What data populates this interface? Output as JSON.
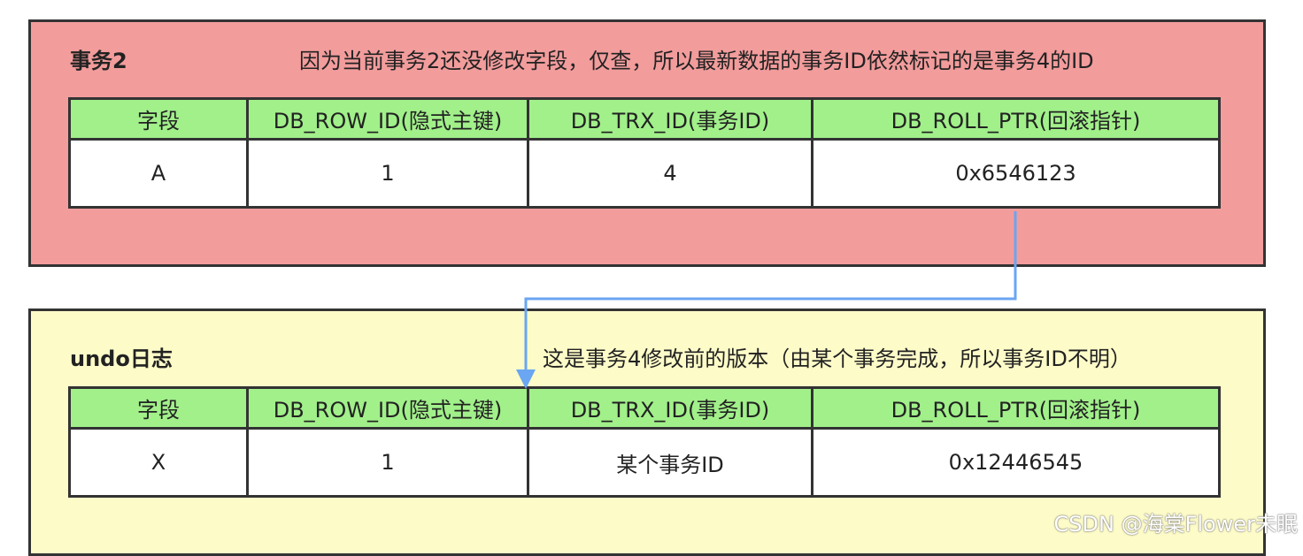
{
  "top": {
    "title": "事务2",
    "note": "因为当前事务2还没修改字段，仅查，所以最新数据的事务ID依然标记的是事务4的ID",
    "headers": [
      "字段",
      "DB_ROW_ID(隐式主键)",
      "DB_TRX_ID(事务ID)",
      "DB_ROLL_PTR(回滚指针)"
    ],
    "row": [
      "A",
      "1",
      "4",
      "0x6546123"
    ]
  },
  "bottom": {
    "title": "undo日志",
    "note": "这是事务4修改前的版本（由某个事务完成，所以事务ID不明）",
    "headers": [
      "字段",
      "DB_ROW_ID(隐式主键)",
      "DB_TRX_ID(事务ID)",
      "DB_ROLL_PTR(回滚指针)"
    ],
    "row": [
      "X",
      "1",
      "某个事务ID",
      "0x12446545"
    ]
  },
  "colors": {
    "top_panel": "#f29c9c",
    "bottom_panel": "#fdfbc8",
    "header_cells": "#a1f08a",
    "arrow": "#6aa6f2"
  },
  "watermark": "CSDN @海棠Flower未眠"
}
